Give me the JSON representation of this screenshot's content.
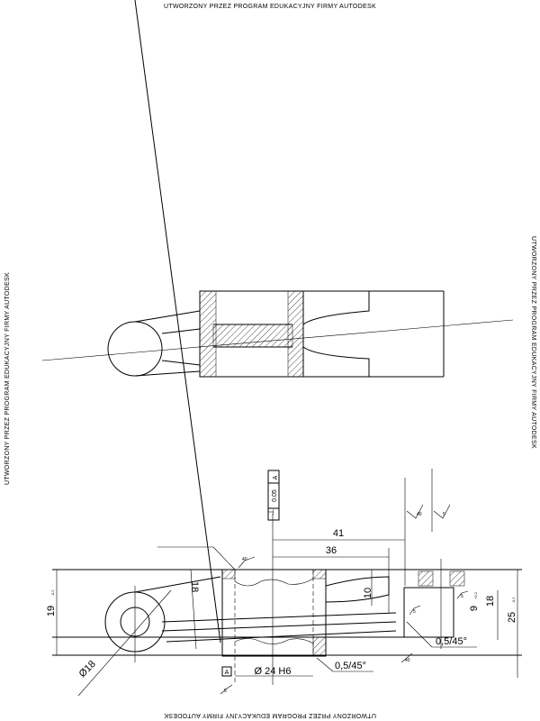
{
  "watermark": "UTWORZONY PRZEZ PROGRAM EDUKACYJNY FIRMY AUTODESK",
  "dimensions": {
    "d41": "41",
    "d36": "36",
    "d18_left": "18",
    "d10": "10",
    "d19": "19",
    "d19_tol": "-0.2",
    "d18_right": "18",
    "d9": "9",
    "d9_tol": "+0.2",
    "d25": "25",
    "d25_tol": "-0.2",
    "dia18": "Ø18",
    "dia24": "Ø 24 H6",
    "chamfer_1": "0,5/45°",
    "chamfer_2": "0,5/45°"
  },
  "tolerance_frame": {
    "symbol": "⊥",
    "value": "0.05",
    "datum": "A"
  },
  "datum_label": "A",
  "roughness": {
    "r1": "40",
    "r2": "5",
    "r3": "40",
    "r4": "40",
    "r5": "5",
    "r6": "5",
    "r7": "5"
  }
}
